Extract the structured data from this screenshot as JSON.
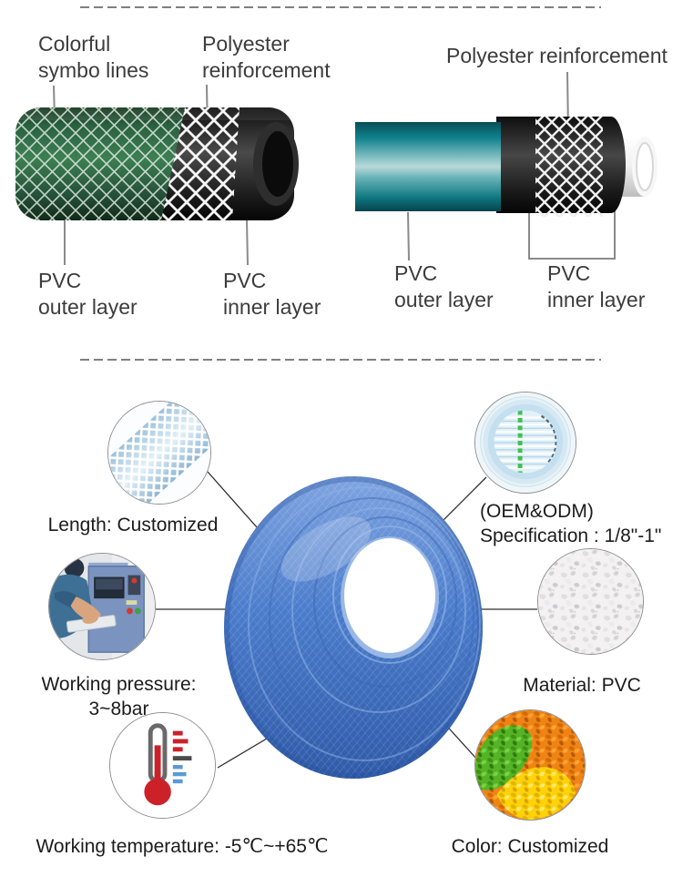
{
  "structure_diagram": {
    "left_hose": {
      "label_symbol_line1": "Colorful",
      "label_symbol_line2": "symbo lines",
      "label_reinforcement_line1": "Polyester",
      "label_reinforcement_line2": "reinforcement",
      "label_outer_line1": "PVC",
      "label_outer_line2": "outer layer",
      "label_inner_line1": "PVC",
      "label_inner_line2": "inner layer"
    },
    "right_hose": {
      "label_reinforcement": "Polyester reinforcement",
      "label_outer_line1": "PVC",
      "label_outer_line2": "outer layer",
      "label_inner_line1": "PVC",
      "label_inner_line2": "inner layer"
    }
  },
  "features": {
    "length": {
      "label": "Length: Customized",
      "icon": "braided-hose-photo"
    },
    "specification": {
      "line1": "(OEM&ODM)",
      "line2": "Specification : 1/8\"-1\"",
      "icon": "hose-end-photo"
    },
    "pressure": {
      "label": "Working pressure: 3~8bar",
      "icon": "pressure-test-machine-photo"
    },
    "material": {
      "label": "Material: PVC",
      "icon": "pvc-granules-photo"
    },
    "temperature": {
      "label": "Working temperature: -5℃~+65℃",
      "icon": "thermometer-icon"
    },
    "color": {
      "label": "Color: Customized",
      "icon": "color-granules-photo"
    }
  },
  "colors": {
    "text_dark": "#3c3c3c",
    "text_black": "#1b1b1b",
    "line_gray": "#8a8a8a",
    "hose_green": "#3d7f53",
    "hose_teal": "#10828d",
    "coil_blue": "#4a7ccb",
    "thermometer_red": "#cc2129",
    "tick_blue": "#5b9bd5",
    "granule_green": "#55b426",
    "granule_orange": "#ef8414",
    "granule_yellow": "#ffd20a"
  }
}
